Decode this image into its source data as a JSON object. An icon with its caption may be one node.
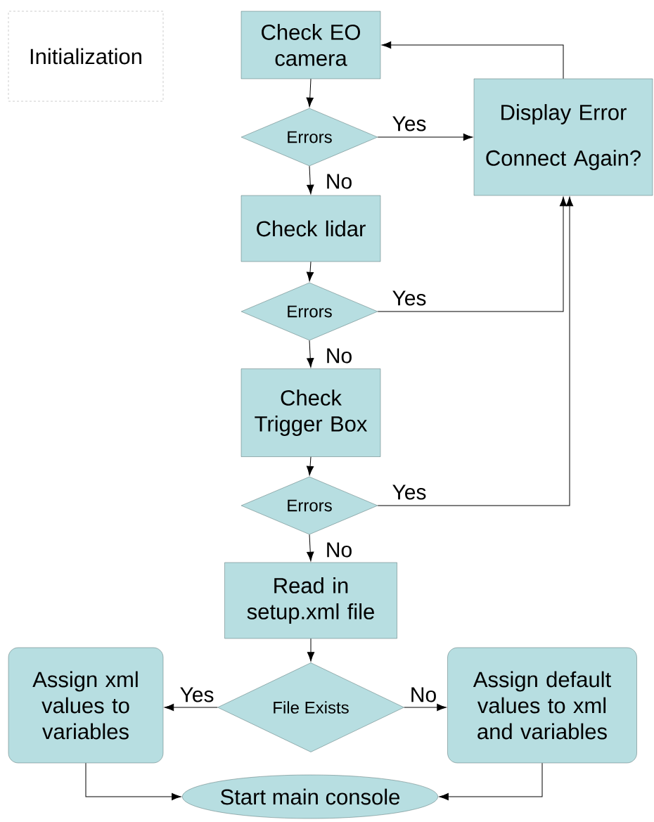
{
  "diagram": {
    "nodes": [
      {
        "text": [
          "Initialization"
        ]
      },
      {
        "text": [
          "Check EO camera"
        ]
      },
      {
        "text": [
          "Errors"
        ]
      },
      {
        "text": [
          "Display Error",
          "Connect Again?"
        ]
      },
      {
        "text": [
          "Check lidar"
        ]
      },
      {
        "text": [
          "Errors"
        ]
      },
      {
        "text": [
          "Check Trigger Box"
        ]
      },
      {
        "text": [
          "Errors"
        ]
      },
      {
        "text": [
          "Read in setup.xml file"
        ]
      },
      {
        "text": [
          "File Exists"
        ]
      },
      {
        "text": [
          "Assign xml values to variables"
        ]
      },
      {
        "text": [
          "Assign default values to xml and variables"
        ]
      },
      {
        "text": [
          "Start main console"
        ]
      }
    ],
    "edges": [
      {
        "from": 1,
        "to": 2,
        "arrow": "to"
      },
      {
        "from": 2,
        "to": 3,
        "arrow": "to",
        "label": "Yes"
      },
      {
        "from": 3,
        "to": 1,
        "arrow": "to"
      },
      {
        "from": 2,
        "to": 4,
        "arrow": "to",
        "label": "No"
      },
      {
        "from": 4,
        "to": 5,
        "arrow": "to"
      },
      {
        "from": 5,
        "to": 3,
        "arrow": "to",
        "label": "Yes"
      },
      {
        "from": 5,
        "to": 6,
        "arrow": "to",
        "label": "No"
      },
      {
        "from": 6,
        "to": 7,
        "arrow": "to"
      },
      {
        "from": 7,
        "to": 3,
        "arrow": "to",
        "label": "Yes"
      },
      {
        "from": 7,
        "to": 8,
        "arrow": "to",
        "label": "No"
      },
      {
        "from": 8,
        "to": 9,
        "arrow": "to"
      },
      {
        "from": 9,
        "to": 10,
        "arrow": "to",
        "label": "Yes"
      },
      {
        "from": 9,
        "to": 11,
        "arrow": "to",
        "label": "No"
      },
      {
        "from": 10,
        "to": 12,
        "arrow": "to"
      },
      {
        "from": 11,
        "to": 12,
        "arrow": "to"
      }
    ]
  }
}
